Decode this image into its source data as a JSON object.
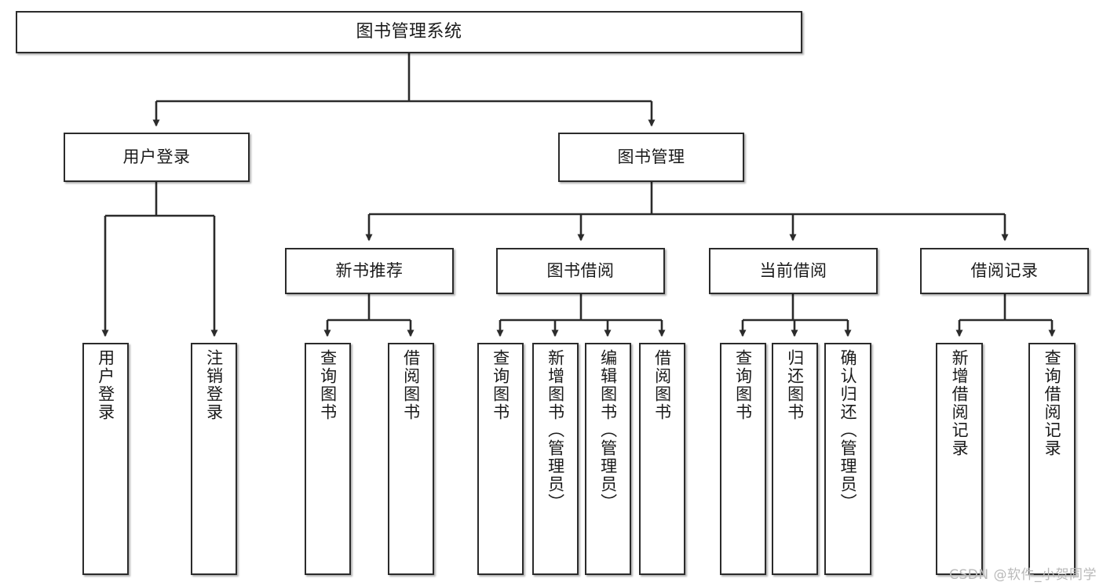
{
  "diagram": {
    "title": "图书管理系统",
    "type": "tree-hierarchy-diagram",
    "colors": {
      "box_border": "#2b2b2b",
      "box_fill": "#ffffff",
      "edge": "#2b2b2b",
      "text": "#1a1a1a",
      "watermark": "#b9b9b9",
      "background": "#ffffff"
    },
    "root": {
      "label": "图书管理系统"
    },
    "level2": [
      {
        "label": "用户登录"
      },
      {
        "label": "图书管理"
      }
    ],
    "level3": [
      {
        "label": "新书推荐"
      },
      {
        "label": "图书借阅"
      },
      {
        "label": "当前借阅"
      },
      {
        "label": "借阅记录"
      }
    ],
    "leaves": {
      "user_login": [
        {
          "label": "用户登录"
        },
        {
          "label": "注销登录"
        }
      ],
      "new_book_recommend": [
        {
          "label": "查询图书"
        },
        {
          "label": "借阅图书"
        }
      ],
      "book_borrow": [
        {
          "label": "查询图书"
        },
        {
          "label": "新增图书（管理员）"
        },
        {
          "label": "编辑图书（管理员）"
        },
        {
          "label": "借阅图书"
        }
      ],
      "current_borrow": [
        {
          "label": "查询图书"
        },
        {
          "label": "归还图书"
        },
        {
          "label": "确认归还（管理员）"
        }
      ],
      "borrow_record": [
        {
          "label": "新增借阅记录"
        },
        {
          "label": "查询借阅记录"
        }
      ]
    }
  },
  "watermark": {
    "text": "CSDN @软件_小贺同学"
  }
}
